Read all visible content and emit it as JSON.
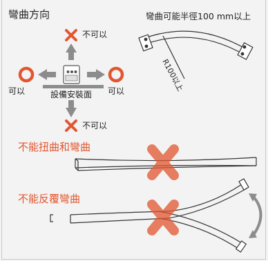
{
  "bend_direction": {
    "title": "彎曲方向",
    "not_allowed": "不可以",
    "allowed_left": "可以",
    "allowed_right": "可以",
    "mounting_surface": "設備安裝面",
    "not_allowed_bottom": "不可以"
  },
  "bend_radius": {
    "title": "彎曲可能半徑100 mm以上",
    "radius_label": "R100以上"
  },
  "no_twist": {
    "title": "不能扭曲和彎曲"
  },
  "no_repeat": {
    "title": "不能反覆彎曲"
  },
  "colors": {
    "red": "#e2562f",
    "gray": "#8c8c8c",
    "text": "#222222"
  }
}
